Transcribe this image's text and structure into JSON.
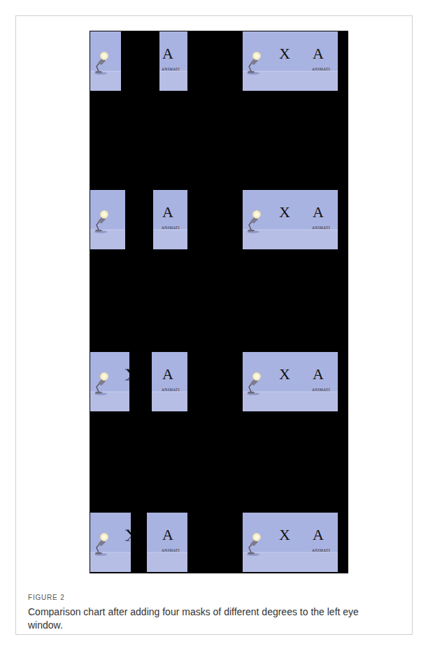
{
  "diagram": {
    "title": "FIGURE 2",
    "caption": "Comparison chart after adding four masks of different degrees to the left eye window.",
    "labels": [
      "A",
      "ANIMATI",
      "X",
      "A",
      "ANIMATI",
      "A",
      "ANIMATI",
      "X",
      "A",
      "ANIMATI",
      "A",
      "ANIMATI",
      "X",
      "A",
      "ANIMATI",
      "A",
      "ANIMATI",
      "X",
      "A",
      "ANIMATI"
    ]
  }
}
